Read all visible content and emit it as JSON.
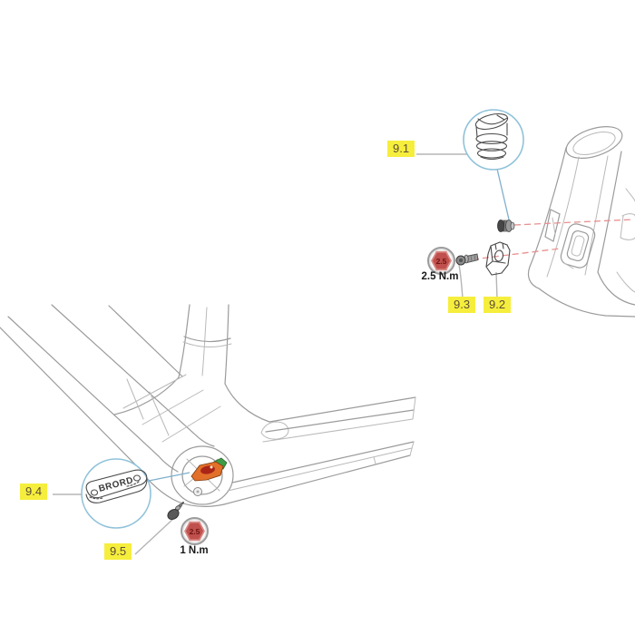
{
  "callouts": {
    "c91": {
      "label": "9.1"
    },
    "c92": {
      "label": "9.2"
    },
    "c93": {
      "label": "9.3"
    },
    "c94": {
      "label": "9.4"
    },
    "c95": {
      "label": "9.5"
    }
  },
  "torque_badges": {
    "upper": {
      "hex_size": "2.5",
      "torque": "2.5 N.m"
    },
    "lower": {
      "hex_size": "2.5",
      "torque": "1 N.m"
    }
  },
  "magnified_logo": "BRORD",
  "colors": {
    "highlight": "#f6ee3c",
    "callout_text": "#5c4e38",
    "badge_hex_fill": "#c0504d",
    "badge_hex_border": "#d98a85",
    "badge_number": "#6e1410",
    "dashed_line": "#e89090",
    "magnifier_stroke": "#90c2da",
    "leader_blue": "#7fb0cc",
    "leader_gray": "#b5b5b5",
    "line_art": "#9b9b9b",
    "part_line": "#4a4a4a",
    "component_orange": "#e2702a",
    "component_red": "#aa2418",
    "component_green": "#3f9c46",
    "torque_text": "#1a1a1a"
  }
}
